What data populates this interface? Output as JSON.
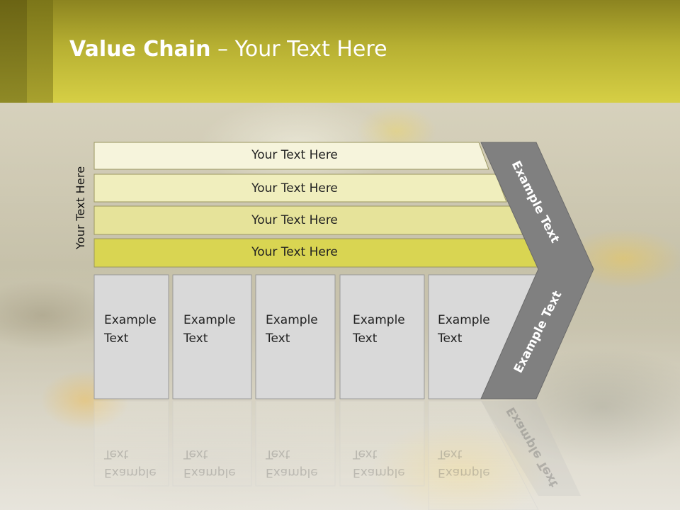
{
  "header": {
    "title_bold": "Value Chain",
    "title_rest": " – Your Text Here"
  },
  "diagram": {
    "side_label": "Your Text Here",
    "bars": [
      "Your Text Here",
      "Your Text Here",
      "Your Text Here",
      "Your Text Here"
    ],
    "boxes": [
      {
        "line1": "Example",
        "line2": "Text"
      },
      {
        "line1": "Example",
        "line2": "Text"
      },
      {
        "line1": "Example",
        "line2": "Text"
      },
      {
        "line1": "Example",
        "line2": "Text"
      },
      {
        "line1": "Example",
        "line2": "Text"
      }
    ],
    "chevron_top": "Example Text",
    "chevron_bottom": "Example Text"
  },
  "colors": {
    "bar_1": "#f6f4dc",
    "bar_2": "#f0eebd",
    "bar_3": "#e6e39a",
    "bar_4": "#d9d552",
    "box_fill": "#d9d9d9",
    "chevron_fill": "#808080"
  }
}
